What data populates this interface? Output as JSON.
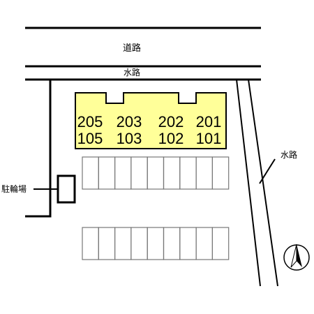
{
  "labels": {
    "road": "道路",
    "waterway_top": "水路",
    "waterway_right": "水路",
    "bicycle_parking": "駐輪場"
  },
  "building": {
    "fill_color": "#ffff99",
    "upper_units": [
      "205",
      "203",
      "202",
      "201"
    ],
    "lower_units": [
      "105",
      "103",
      "102",
      "101"
    ]
  },
  "parking": {
    "rows": 2,
    "spaces_per_row": 9
  },
  "compass": {
    "icon": "north-arrow-icon"
  }
}
